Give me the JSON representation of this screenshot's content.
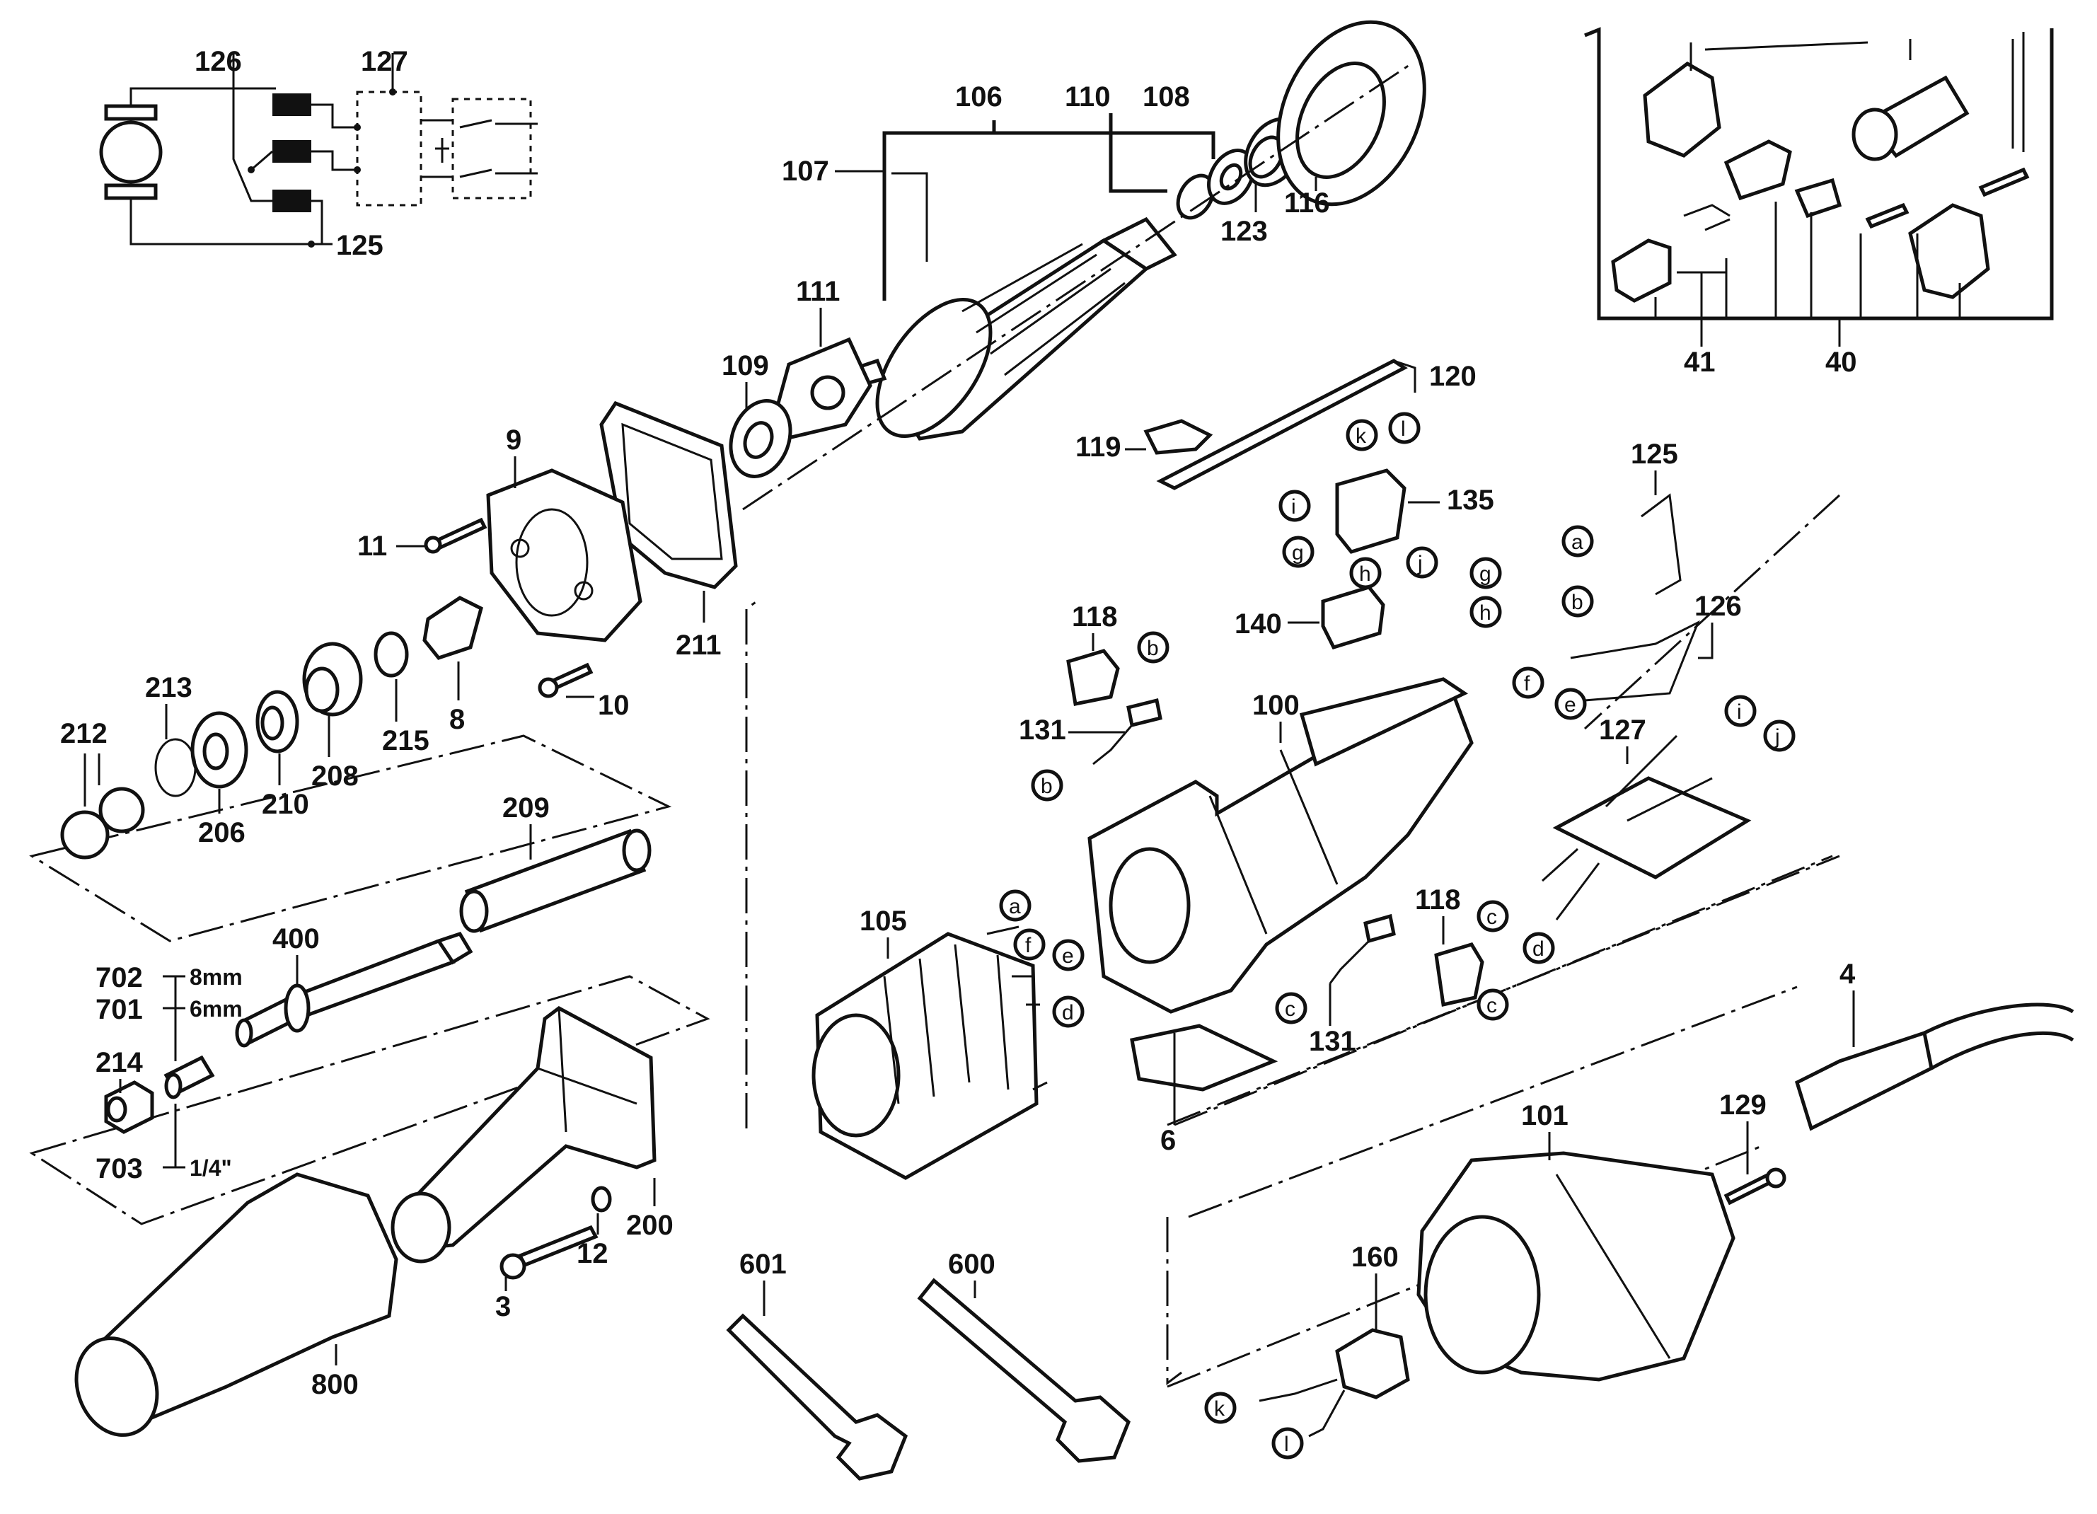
{
  "labels": {
    "n126": "126",
    "n127": "127",
    "n125": "125",
    "n106": "106",
    "n110": "110",
    "n108": "108",
    "n107": "107",
    "n123": "123",
    "n116": "116",
    "n111": "111",
    "n109": "109",
    "n9": "9",
    "n11": "11",
    "n211": "211",
    "n10": "10",
    "n8": "8",
    "n215": "215",
    "n213": "213",
    "n212": "212",
    "n206": "206",
    "n210": "210",
    "n208": "208",
    "n209": "209",
    "n400": "400",
    "n702": "702",
    "n701": "701",
    "n214": "214",
    "n703": "703",
    "n12": "12",
    "n200": "200",
    "n3": "3",
    "n800": "800",
    "n601": "601",
    "n600": "600",
    "n105": "105",
    "n100": "100",
    "n6": "6",
    "n118a": "118",
    "n118b": "118",
    "n131a": "131",
    "n131b": "131",
    "n140": "140",
    "n119": "119",
    "n120": "120",
    "n135": "135",
    "n125b": "125",
    "n126b": "126",
    "n127b": "127",
    "n4": "4",
    "n129": "129",
    "n101": "101",
    "n160": "160",
    "n41": "41",
    "n40": "40"
  },
  "sizes": {
    "s8mm": "8mm",
    "s6mm": "6mm",
    "s14in": "1/4\""
  },
  "letters": {
    "a": "a",
    "b": "b",
    "c": "c",
    "d": "d",
    "e": "e",
    "f": "f",
    "g": "g",
    "h": "h",
    "i": "i",
    "j": "j",
    "k": "k",
    "l": "l"
  }
}
